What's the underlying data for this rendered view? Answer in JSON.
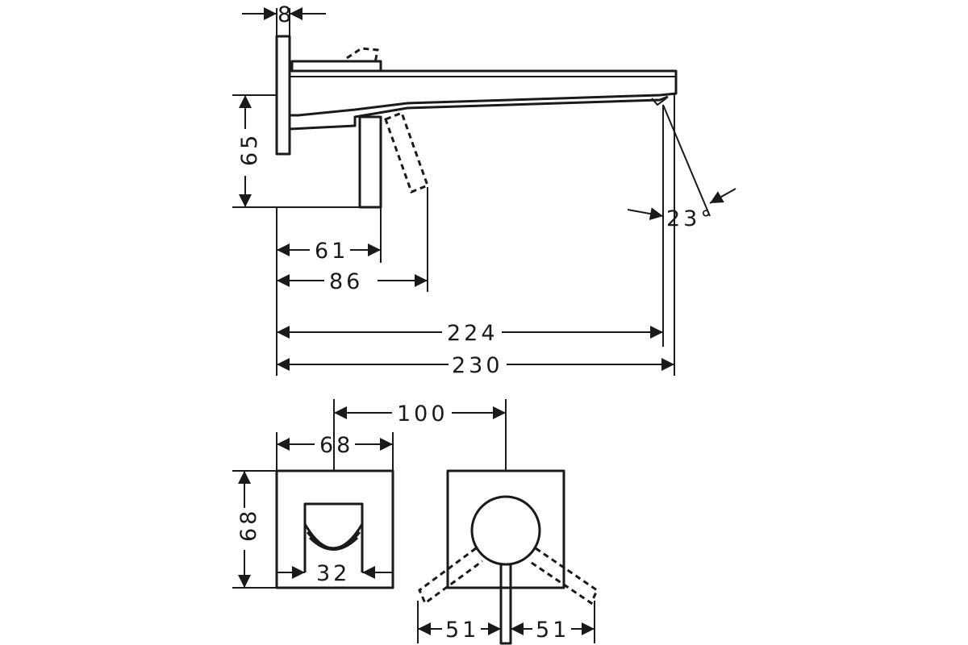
{
  "dimensions": {
    "plate_thickness": "8",
    "rosette_height": "65",
    "lever_offset_61": "61",
    "lever_offset_86": "86",
    "spout_projection_224": "224",
    "total_projection_230": "230",
    "spout_angle": "23°",
    "center_distance": "100",
    "plate_width": "68",
    "plate_height": "68",
    "spout_outlet_width": "32",
    "lever_swing_left": "51",
    "lever_swing_right": "51"
  },
  "colors": {
    "line": "#1a1a1a",
    "background": "#ffffff"
  }
}
